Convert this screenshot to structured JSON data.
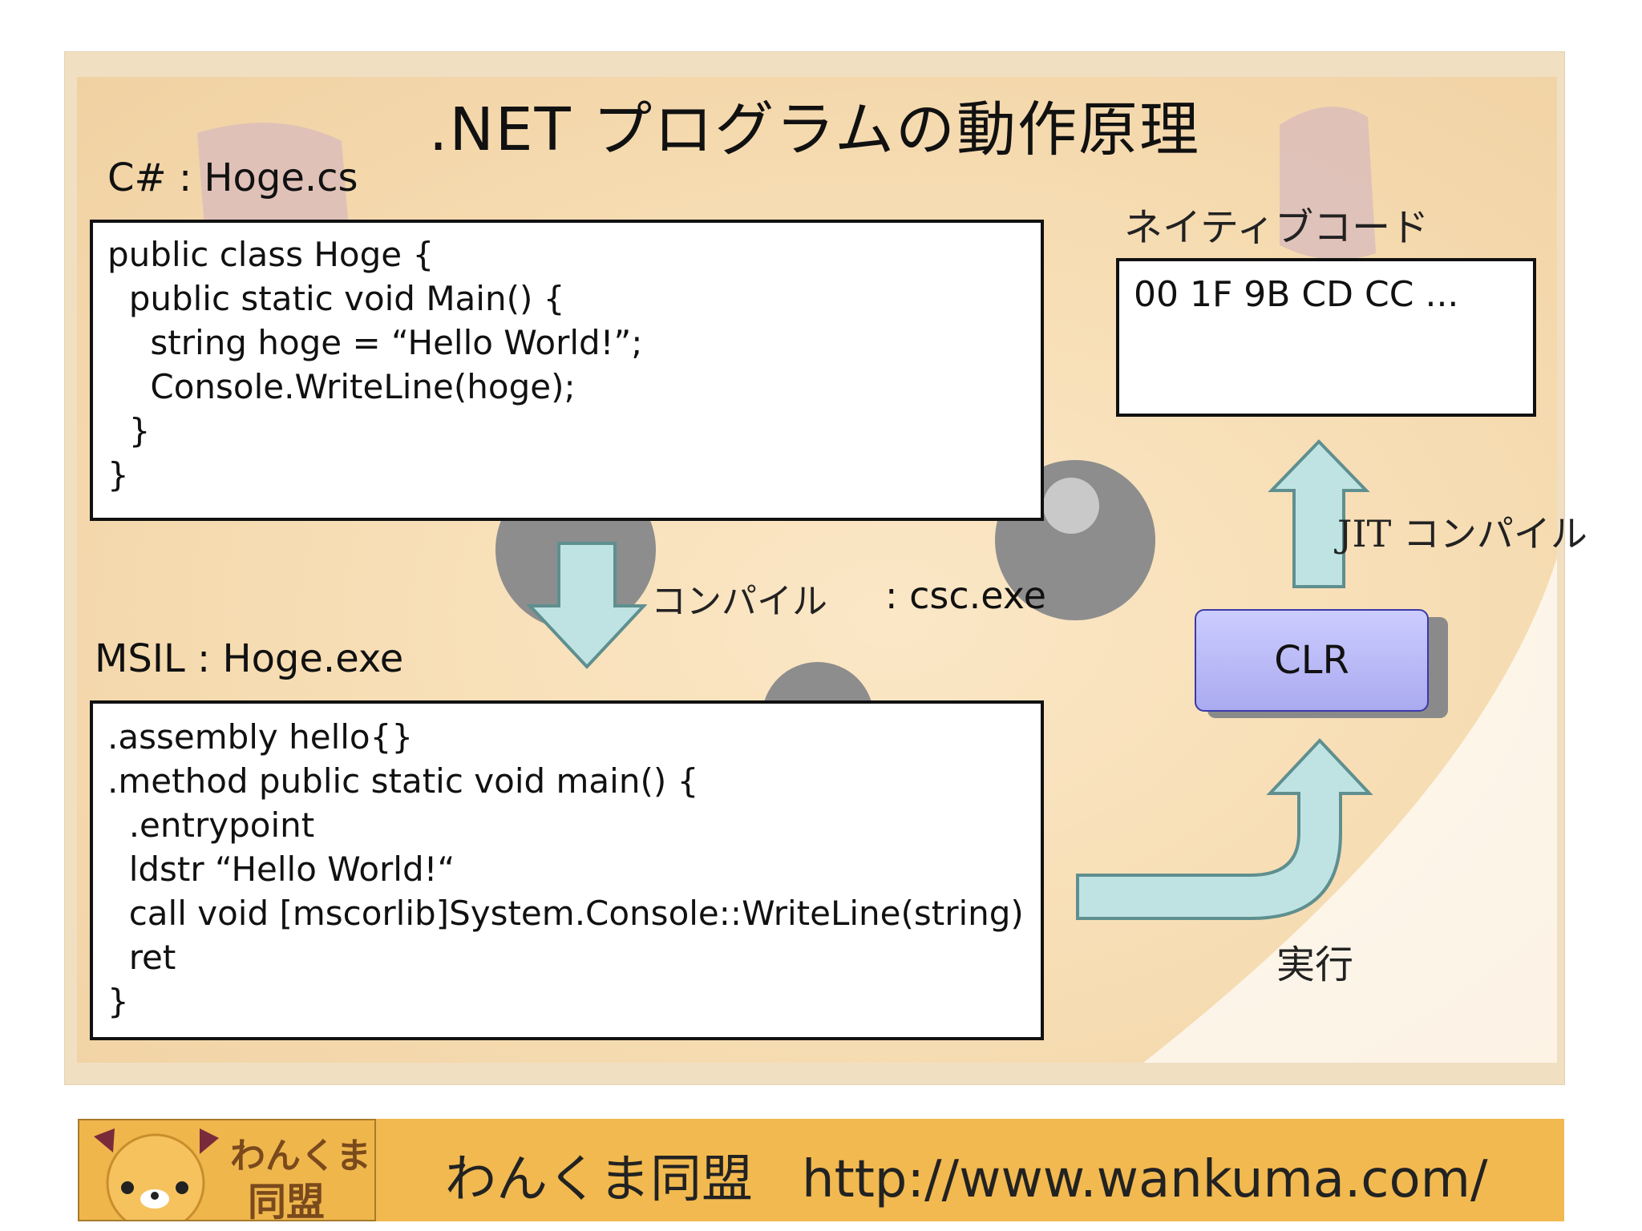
{
  "title": ".NET プログラムの動作原理",
  "csharp_label": "C# : Hoge.cs",
  "csharp_code": [
    "public class Hoge {",
    "  public static void Main() {",
    "    string hoge = “Hello World!”;",
    "    Console.WriteLine(hoge);",
    "  }",
    "}"
  ],
  "compile_label": "コンパイル",
  "compile_tool": ": csc.exe",
  "msil_label": "MSIL : Hoge.exe",
  "msil_code": [
    ".assembly hello{}",
    ".method public static void main() {",
    "  .entrypoint",
    "  ldstr “Hello World!“",
    "  call void [mscorlib]System.Console::WriteLine(string)",
    "  ret",
    "}"
  ],
  "native_label": "ネイティブコード",
  "native_code": "00 1F 9B CD CC ...",
  "jit_label": "JIT コンパイル",
  "clr_label": "CLR",
  "exec_label": "実行",
  "footer": {
    "logo_text_top": "わんくま",
    "logo_text_bottom": "同盟",
    "org": "わんくま同盟",
    "url": "http://www.wankuma.com/"
  },
  "colors": {
    "arrow_fill": "#bfe3e3",
    "arrow_stroke": "#5f8f8f",
    "clr_fill": "#b9b9f6",
    "footer_bg": "#f1b94f"
  }
}
